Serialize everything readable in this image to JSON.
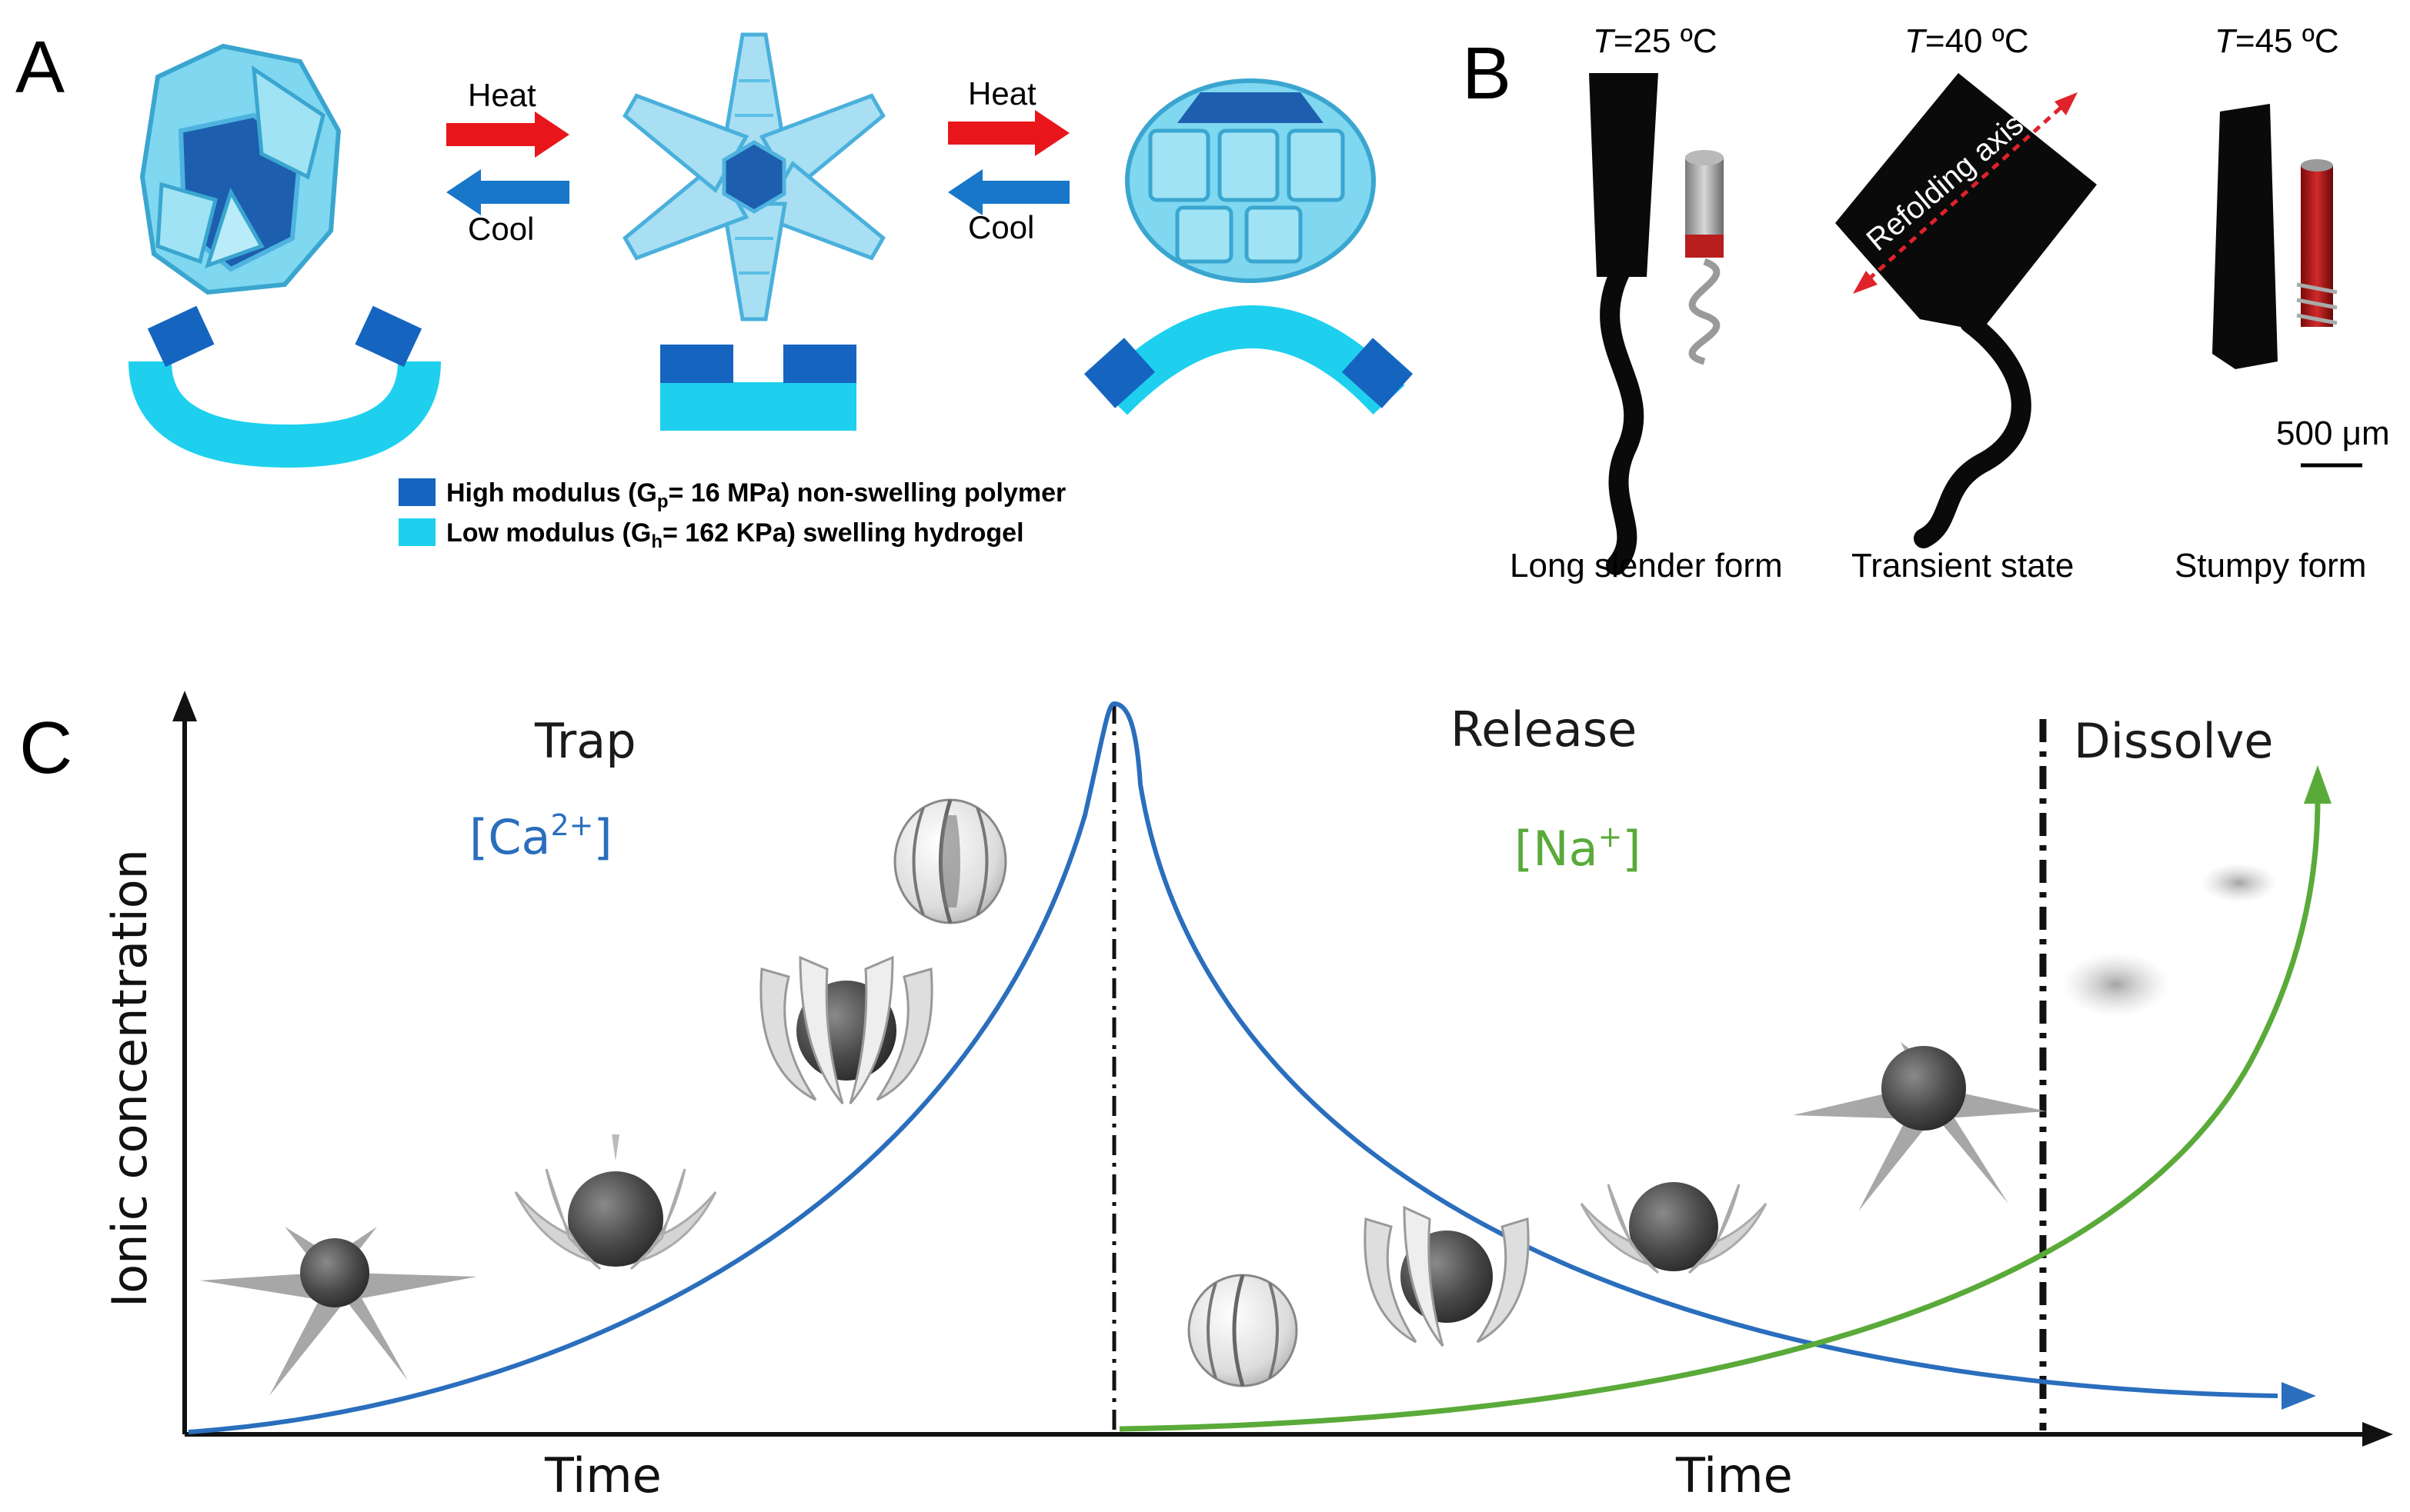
{
  "panel_a": {
    "label": "A",
    "heat": "Heat",
    "cool": "Cool",
    "legend_high": "High modulus (G",
    "legend_high_sub": "p",
    "legend_high_rest": "= 16 MPa) non-swelling polymer",
    "legend_low": "Low modulus (G",
    "legend_low_sub": "h",
    "legend_low_rest": "= 162 KPa) swelling hydrogel",
    "colors": {
      "high": "#1565c0",
      "low": "#1ed0ee",
      "heat_arrow": "#e8161b",
      "cool_arrow": "#1877c9"
    }
  },
  "panel_b": {
    "label": "B",
    "t1_var": "T",
    "t1": "=25 ºC",
    "t2_var": "T",
    "t2": "=40 ºC",
    "t3_var": "T",
    "t3": "=45 ºC",
    "axis_text": "Refolding axis",
    "cap1": "Long slender form",
    "cap2": "Transient state",
    "cap3": "Stumpy form",
    "scale": "500 μm"
  },
  "panel_c": {
    "label": "C",
    "trap": "Trap",
    "release": "Release",
    "dissolve": "Dissolve",
    "ca_base": "[Ca",
    "ca_sup": "2+",
    "ca_end": "]",
    "na_base": "[Na",
    "na_sup": "+",
    "na_end": "]",
    "ylabel": "Ionic concentration",
    "xlabel1": "Time",
    "xlabel2": "Time",
    "colors": {
      "ca": "#2a6ebd",
      "na": "#5aaa3a"
    }
  }
}
